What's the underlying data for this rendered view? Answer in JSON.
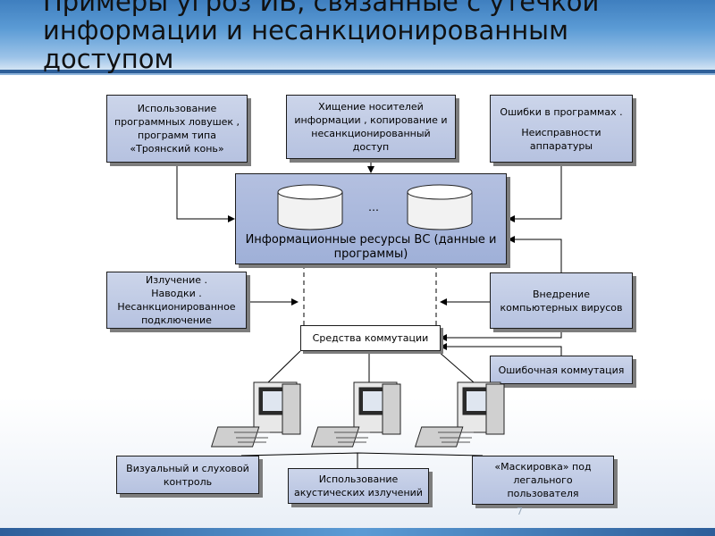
{
  "slide": {
    "title_lines": [
      "Примеры угроз ИБ, связанные с утечкой",
      "информации и несанкционированным",
      "доступом"
    ],
    "page_number": "7"
  },
  "boxes": {
    "trojan": [
      "Использование",
      "программных ловушек ,",
      "программ типа",
      "«Троянский конь»"
    ],
    "theft": [
      "Хищение носителей",
      "информации , копирование и",
      "несанкционированный",
      "доступ"
    ],
    "errors": [
      "Ошибки в программах .",
      "",
      "Неисправности",
      "аппаратуры"
    ],
    "radiation": [
      "Излучение .",
      "Наводки .",
      "Несанкционированное",
      "подключение"
    ],
    "viruses": [
      "Внедрение",
      "компьютерных вирусов"
    ],
    "wrong_switch": [
      "Ошибочная коммутация"
    ],
    "visual": [
      "Визуальный и слуховой",
      "контроль"
    ],
    "acoustic": [
      "Использование",
      "акустических излучений"
    ],
    "masking": [
      "«Маскировка» под",
      "легального",
      "пользователя"
    ]
  },
  "center": {
    "ellipsis": "…",
    "label_lines": [
      "Информационные ресурсы ВС (данные и",
      "программы)"
    ]
  },
  "switching": {
    "label": "Средства коммутации"
  },
  "icons": [
    "database-icon",
    "database-icon",
    "computer-icon",
    "computer-icon",
    "computer-icon"
  ],
  "colors": {
    "box_fill": "#c3cde6",
    "center_fill": "#a9b8dc",
    "header": "#5b9bd5"
  }
}
